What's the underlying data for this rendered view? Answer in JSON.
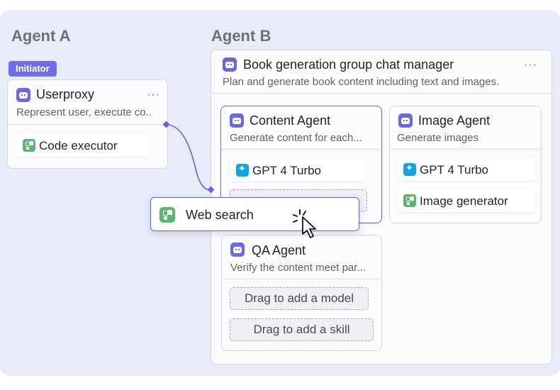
{
  "sections": {
    "agent_a": "Agent A",
    "agent_b": "Agent B"
  },
  "initiator_badge": "Initiator",
  "userproxy": {
    "title": "Userproxy",
    "description": "Represent user, execute co..",
    "more": "···",
    "skills": [
      {
        "label": "Code executor",
        "icon": "tool-icon"
      }
    ]
  },
  "group_manager": {
    "title": "Book generation group chat manager",
    "description": "Plan and generate book content including text and images.",
    "more": "···"
  },
  "content_agent": {
    "title": "Content Agent",
    "description": "Generate content for each...",
    "model": {
      "label": "GPT 4 Turbo",
      "icon": "sparkle-icon"
    }
  },
  "image_agent": {
    "title": "Image Agent",
    "description": "Generate images",
    "model": {
      "label": "GPT 4 Turbo",
      "icon": "sparkle-icon"
    },
    "skill": {
      "label": "Image generator",
      "icon": "tool-icon"
    }
  },
  "qa_agent": {
    "title": "QA Agent",
    "description": "Verify the content meet par...",
    "drop_model": "Drag to add a model",
    "drop_skill": "Drag to add a skill"
  },
  "dragging_item": {
    "label": "Web search",
    "icon": "tool-icon"
  },
  "colors": {
    "accent": "#6466d8",
    "agent_icon": "#6b68e0",
    "tool_icon": "#57b66f",
    "model_icon": "#12a4e0",
    "canvas": "#e8ebf8"
  }
}
